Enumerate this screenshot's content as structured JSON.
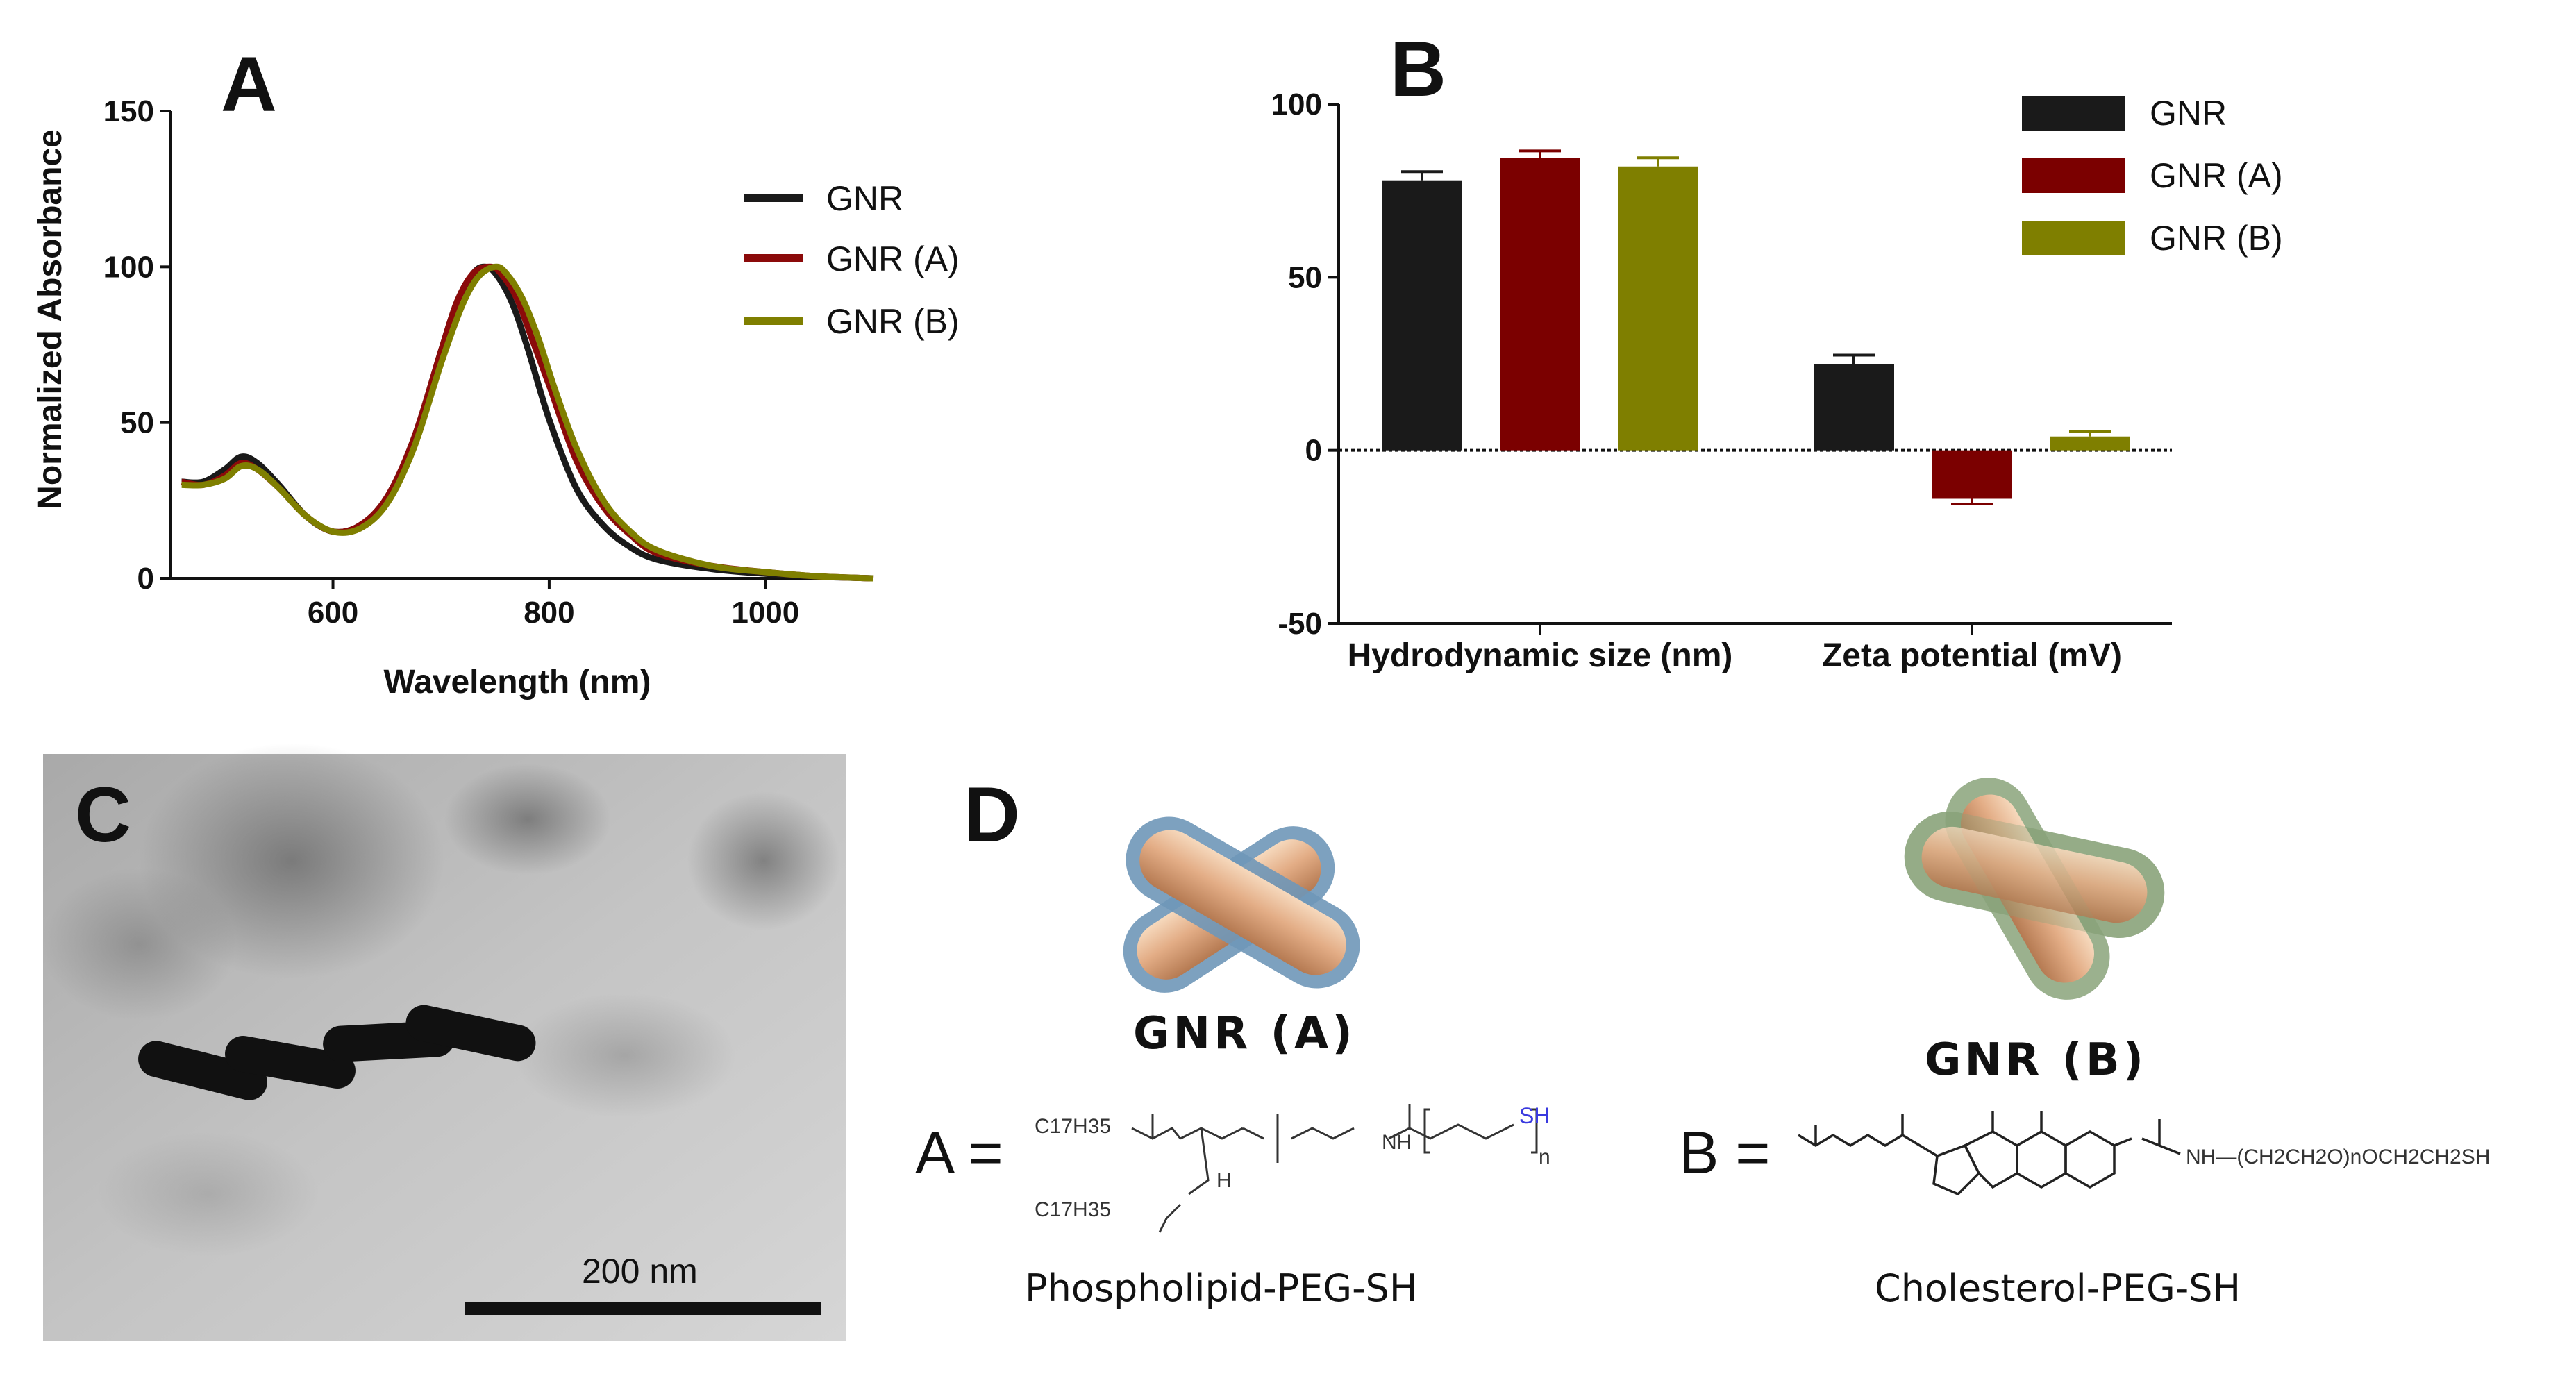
{
  "figure": {
    "panels": {
      "A": "A",
      "B": "B",
      "C": "C",
      "D": "D"
    },
    "panel_c": {
      "scale_label": "200 nm"
    },
    "panel_d": {
      "gnr_a_label": "GNR (A)",
      "gnr_b_label": "GNR (B)",
      "eq_a": "A =",
      "eq_b": "B =",
      "caption_a": "Phospholipid-PEG-SH",
      "caption_b": "Cholesterol-PEG-SH",
      "chem_a": {
        "c17_top": "C17H35",
        "c17_bottom": "C17H35",
        "sh": "SH",
        "nh": "NH",
        "n": "n",
        "h": "H"
      },
      "chem_b": {
        "chain": "NH—(CH2CH2O)nOCH2CH2SH"
      }
    }
  },
  "chart_data": [
    {
      "type": "line",
      "panel": "A",
      "xlabel": "Wavelength (nm)",
      "ylabel": "Normalized Absorbance",
      "xlim": [
        450,
        1100
      ],
      "ylim": [
        0,
        150
      ],
      "xticks": [
        600,
        800,
        1000
      ],
      "yticks": [
        0,
        50,
        100,
        150
      ],
      "legend": "right",
      "colors": {
        "GNR": "#1a1a1a",
        "GNR (A)": "#8b0a0a",
        "GNR (B)": "#7f7f00"
      },
      "series": [
        {
          "name": "GNR",
          "x": [
            460,
            480,
            500,
            515,
            530,
            550,
            575,
            600,
            625,
            650,
            675,
            700,
            715,
            730,
            740,
            750,
            765,
            780,
            800,
            825,
            850,
            875,
            900,
            950,
            1000,
            1050,
            1100
          ],
          "y": [
            31,
            31,
            35,
            39,
            37,
            30,
            20,
            15,
            17,
            26,
            45,
            73,
            89,
            98,
            100,
            98,
            89,
            74,
            51,
            29,
            17,
            10,
            6,
            3,
            1.5,
            0.5,
            0
          ]
        },
        {
          "name": "GNR (A)",
          "x": [
            460,
            480,
            500,
            515,
            530,
            550,
            575,
            600,
            625,
            650,
            675,
            700,
            715,
            730,
            745,
            755,
            770,
            785,
            800,
            825,
            850,
            875,
            900,
            950,
            1000,
            1050,
            1100
          ],
          "y": [
            31,
            30,
            33,
            37,
            35,
            29,
            20,
            15,
            17,
            26,
            45,
            73,
            89,
            98,
            100,
            98,
            90,
            76,
            62,
            38,
            23,
            14,
            8,
            4,
            2,
            0.6,
            0
          ]
        },
        {
          "name": "GNR (B)",
          "x": [
            460,
            480,
            500,
            515,
            530,
            550,
            575,
            600,
            625,
            650,
            675,
            700,
            720,
            735,
            750,
            760,
            775,
            790,
            805,
            825,
            850,
            875,
            900,
            950,
            1000,
            1050,
            1100
          ],
          "y": [
            30,
            30,
            32,
            36,
            35,
            29,
            20,
            15,
            16,
            24,
            42,
            69,
            88,
            97,
            100,
            98,
            90,
            77,
            61,
            42,
            25,
            15,
            9,
            4,
            2,
            0.6,
            0
          ]
        }
      ]
    },
    {
      "type": "bar",
      "panel": "B",
      "categories": [
        "Hydrodynamic size (nm)",
        "Zeta potential (mV)"
      ],
      "ylim": [
        -50,
        100
      ],
      "yticks": [
        -50,
        0,
        50,
        100
      ],
      "legend": "top-right",
      "colors": {
        "GNR": "#1a1a1a",
        "GNR (A)": "#7b0000",
        "GNR (B)": "#7f7f00"
      },
      "series": [
        {
          "name": "GNR",
          "values": [
            78,
            25
          ],
          "errors": [
            2.5,
            2.5
          ]
        },
        {
          "name": "GNR (A)",
          "values": [
            84.5,
            -14
          ],
          "errors": [
            2,
            1.5
          ]
        },
        {
          "name": "GNR (B)",
          "values": [
            82,
            4
          ],
          "errors": [
            2.5,
            1.5
          ]
        }
      ]
    }
  ]
}
